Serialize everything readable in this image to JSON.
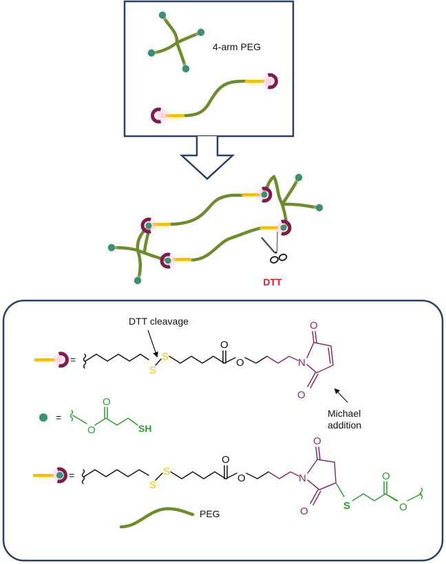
{
  "top_panel": {
    "label_4arm": "4-arm PEG"
  },
  "network": {
    "dtt_label": "DTT"
  },
  "legend": {
    "dtt_cleavage": "DTT cleavage",
    "michael_line1": "Michael",
    "michael_line2": "addition",
    "equals": "=",
    "peg_label": "PEG",
    "sh_label": "SH",
    "atoms": {
      "S": "S",
      "O": "O",
      "N": "N"
    }
  },
  "colors": {
    "peg_strand": "#6e8b2f",
    "thiol_ball": "#3f8d72",
    "disulfide_rod": "#f0c010",
    "maleimide_cup": "#7a1f4d",
    "sulfur_text": "#e6c800",
    "maleimide_chem": "#8b2a6a",
    "thiol_chem": "#2e9e2e",
    "dtt_text": "#d0202a",
    "frame": "#2a3f66"
  }
}
